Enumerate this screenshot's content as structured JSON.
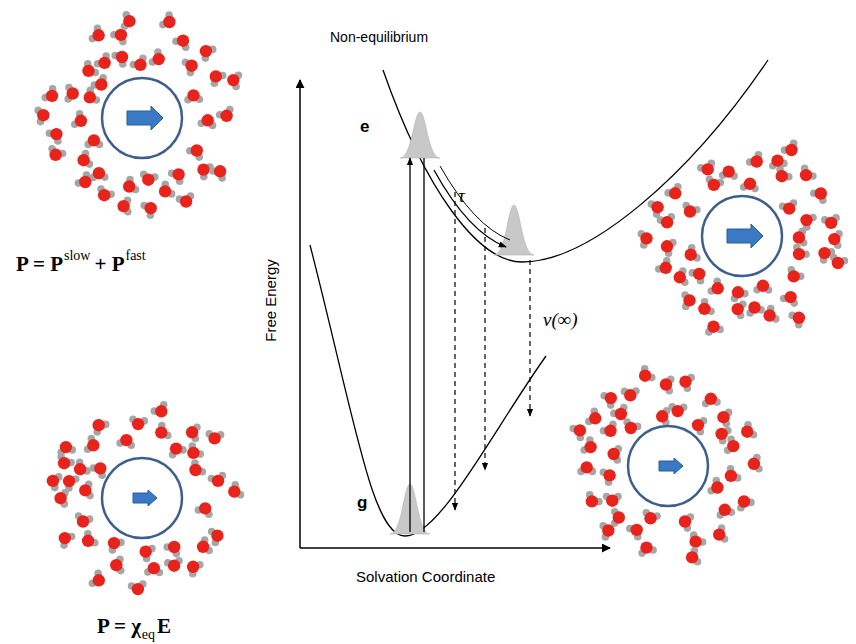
{
  "diagram": {
    "labels": [
      "Free Energy",
      "Solvation Coordinate",
      "Non-equilibrium",
      "e",
      "g",
      "τ",
      "ν(∞)",
      "P = P",
      "slow",
      "+ P",
      "fast",
      "P = χ",
      "eq",
      "E"
    ]
  }
}
